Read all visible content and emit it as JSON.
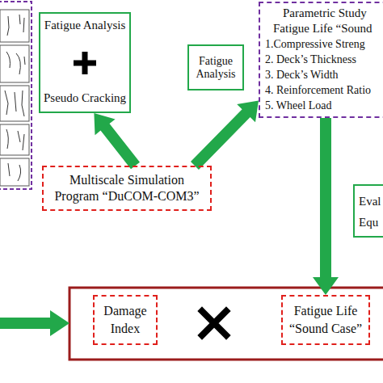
{
  "diagram": {
    "nodes": [
      {
        "text": [
          "Fatigue Analysis",
          "Pseudo Cracking"
        ]
      },
      {
        "text": [
          "Fatigue Analysis"
        ]
      },
      {
        "text": [
          "Parametric Study",
          "Fatigue Life “Sound",
          "1.Compressive Streng",
          "2. Deck’s Thickness",
          "3. Deck’s Width",
          "4. Reinforcement Ratio",
          "5. Wheel Load"
        ]
      },
      {
        "text": [
          "Multiscale Simulation Program “DuCOM-COM3”"
        ]
      },
      {
        "text": [
          "Eval Equ"
        ]
      },
      {
        "text": [
          "Damage Index"
        ]
      },
      {
        "text": [
          "Fatigue Life “Sound Case”"
        ]
      }
    ],
    "edges": [
      {
        "from": 3,
        "to": 0,
        "arrow": "to"
      },
      {
        "from": 3,
        "to": 2,
        "arrow": "to"
      },
      {
        "from": 2,
        "to": 6,
        "arrow": "to"
      }
    ]
  }
}
